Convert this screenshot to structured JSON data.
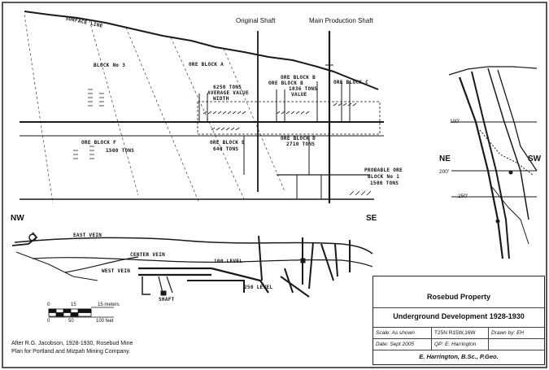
{
  "map": {
    "upper_section": {
      "shaft_labels": [
        "Original Shaft",
        "Main Production Shaft"
      ],
      "handwritten": {
        "surface": "SURFACE LINE",
        "ore_a": "ORE BLOCK A",
        "block3": "BLOCK No 3",
        "ore_b": "ORE BLOCK B",
        "ore_b2": "ORE BLOCK B",
        "ore_c": "ORE BLOCK C",
        "ore_d": "ORE BLOCK D",
        "ore_e": "ORE BLOCK E",
        "ore_f": "ORE BLOCK F",
        "tons1": "6250 TONS",
        "tons2": "1836 TONS",
        "tons3": "640 TONS",
        "tons4": "2710 TONS",
        "tons5": "1500 TONS",
        "probable": "PROBABLE ORE",
        "block1": "BLOCK No 1",
        "tons6": "1500 TONS",
        "avg": "AVERAGE VALUE",
        "width": "WIDTH",
        "value": "VALUE"
      },
      "orientation_left": "NW",
      "orientation_right": "SE"
    },
    "plan_view": {
      "handwritten": {
        "east_vein": "EAST VEIN",
        "center_vein": "CENTER VEIN",
        "west_vein": "WEST VEIN",
        "level_100": "100 LEVEL",
        "level_250": "250 LEVEL",
        "shaft": "SHAFT"
      }
    },
    "cross_section": {
      "orientation_left": "NE",
      "orientation_right": "SW",
      "depths": [
        "100'",
        "200'",
        "250'"
      ]
    },
    "scale": {
      "metric_ticks": [
        "0",
        "15",
        "15 meters"
      ],
      "imperial_ticks": [
        "0",
        "50",
        "100 feet"
      ]
    },
    "source_note": {
      "line1": "After R.G. Jacobson, 1928-1930, Rosebud Mine",
      "line2": "Plan for Portland and Mizpah Mining Company."
    },
    "title_block": {
      "property": "Rosebud Property",
      "title": "Underground Development 1928-1930",
      "scale": "Scale: As shown",
      "township": "T25N  R15W,16W",
      "drawn_by": "Drawn by:  EH",
      "date": "Date:  Sept 2005",
      "qp": "QP:  E. Harrington",
      "author": "E. Harrington, B.Sc., P.Geo."
    },
    "colors": {
      "ink": "#1a1a1a",
      "frame": "#222222"
    }
  }
}
